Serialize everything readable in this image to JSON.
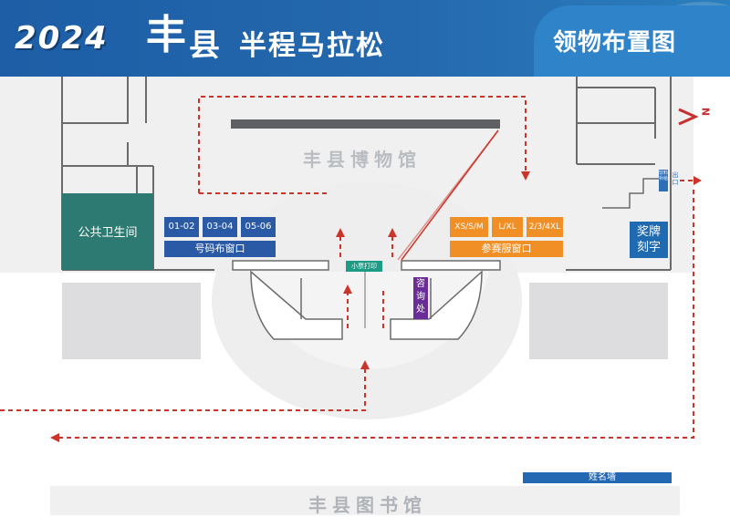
{
  "header": {
    "year": "2024",
    "logo_mark": "丰",
    "logo_text": "县",
    "race_name": "半程马拉松",
    "map_title": "领物布置图"
  },
  "map": {
    "museum_label": "丰县博物馆",
    "library_label": "丰县图书馆",
    "restroom_label": "公共卫生间",
    "bib_window": {
      "slots": [
        "01-02",
        "03-04",
        "05-06"
      ],
      "label": "号码布窗口"
    },
    "apparel_window": {
      "sizes": [
        "XS/S/M",
        "L/XL",
        "2/3/4XL"
      ],
      "label": "参赛服窗口"
    },
    "ticket_print": "小票打印",
    "info_desk": "咨询处",
    "engraving": "奖牌刻字",
    "exit_label": "出口",
    "wall_label": "姓名墙",
    "north_label": "N",
    "small_sign": "饮料补给"
  },
  "colors": {
    "header": "#1d5ea6",
    "bib_window": "#2a5aa6",
    "apparel_window": "#ef8f25",
    "restroom": "#2c7a72",
    "info_desk": "#6a2c96",
    "ticket_print": "#1d9b85",
    "engraving": "#1f6ab0",
    "route": "#c9352a",
    "north_arrow": "#c72f2f"
  }
}
